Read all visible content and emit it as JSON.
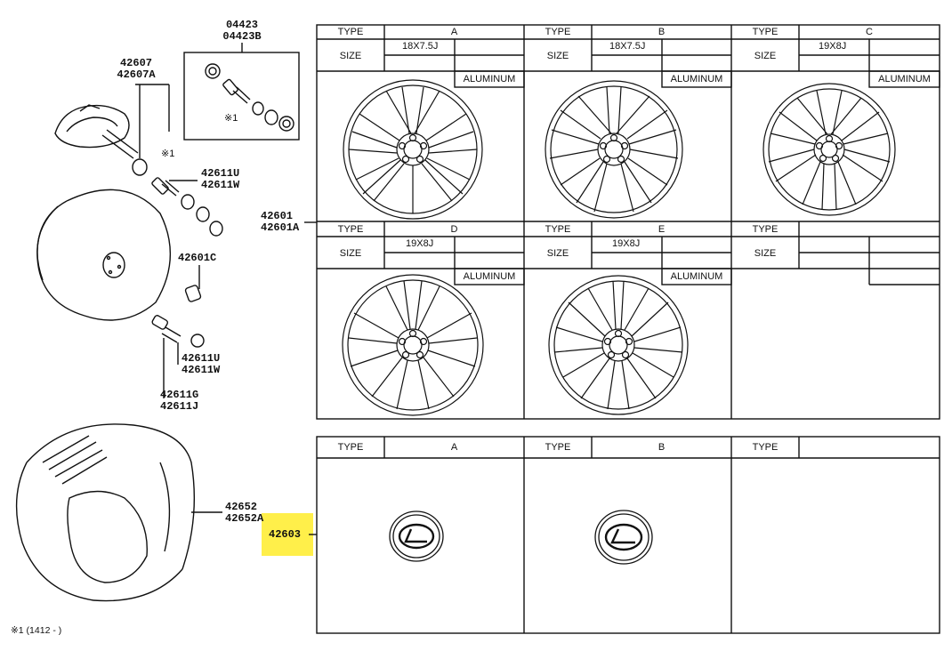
{
  "parts": {
    "kit_a": "04423",
    "kit_b": "04423B",
    "valve_a": "42607",
    "valve_b": "42607A",
    "note_mark_1": "※1",
    "note_mark_2": "※1",
    "nut_a": "42611U",
    "nut_b": "42611W",
    "nut_c": "42611U",
    "nut_d": "42611W",
    "lugnut": "42601C",
    "stud_a": "42611G",
    "stud_b": "42611J",
    "wheel_a": "42601",
    "wheel_b": "42601A",
    "tire_a": "42652",
    "tire_b": "42652A",
    "cap": "42603"
  },
  "footnote": "※1 (1412 -        )",
  "wheel_table": {
    "type_label": "TYPE",
    "size_label": "SIZE",
    "material_label": "ALUMINUM",
    "columns": [
      {
        "type": "A",
        "size": "18X7.5J",
        "material": "ALUMINUM"
      },
      {
        "type": "B",
        "size": "18X7.5J",
        "material": "ALUMINUM"
      },
      {
        "type": "C",
        "size": "19X8J",
        "material": "ALUMINUM"
      },
      {
        "type": "D",
        "size": "19X8J",
        "material": "ALUMINUM"
      },
      {
        "type": "E",
        "size": "19X8J",
        "material": "ALUMINUM"
      },
      {
        "type": "",
        "size": "",
        "material": ""
      }
    ]
  },
  "cap_table": {
    "type_label": "TYPE",
    "columns": [
      {
        "type": "A"
      },
      {
        "type": "B"
      },
      {
        "type": ""
      }
    ]
  },
  "colors": {
    "highlight": "#ffef4a",
    "line": "#111111"
  }
}
